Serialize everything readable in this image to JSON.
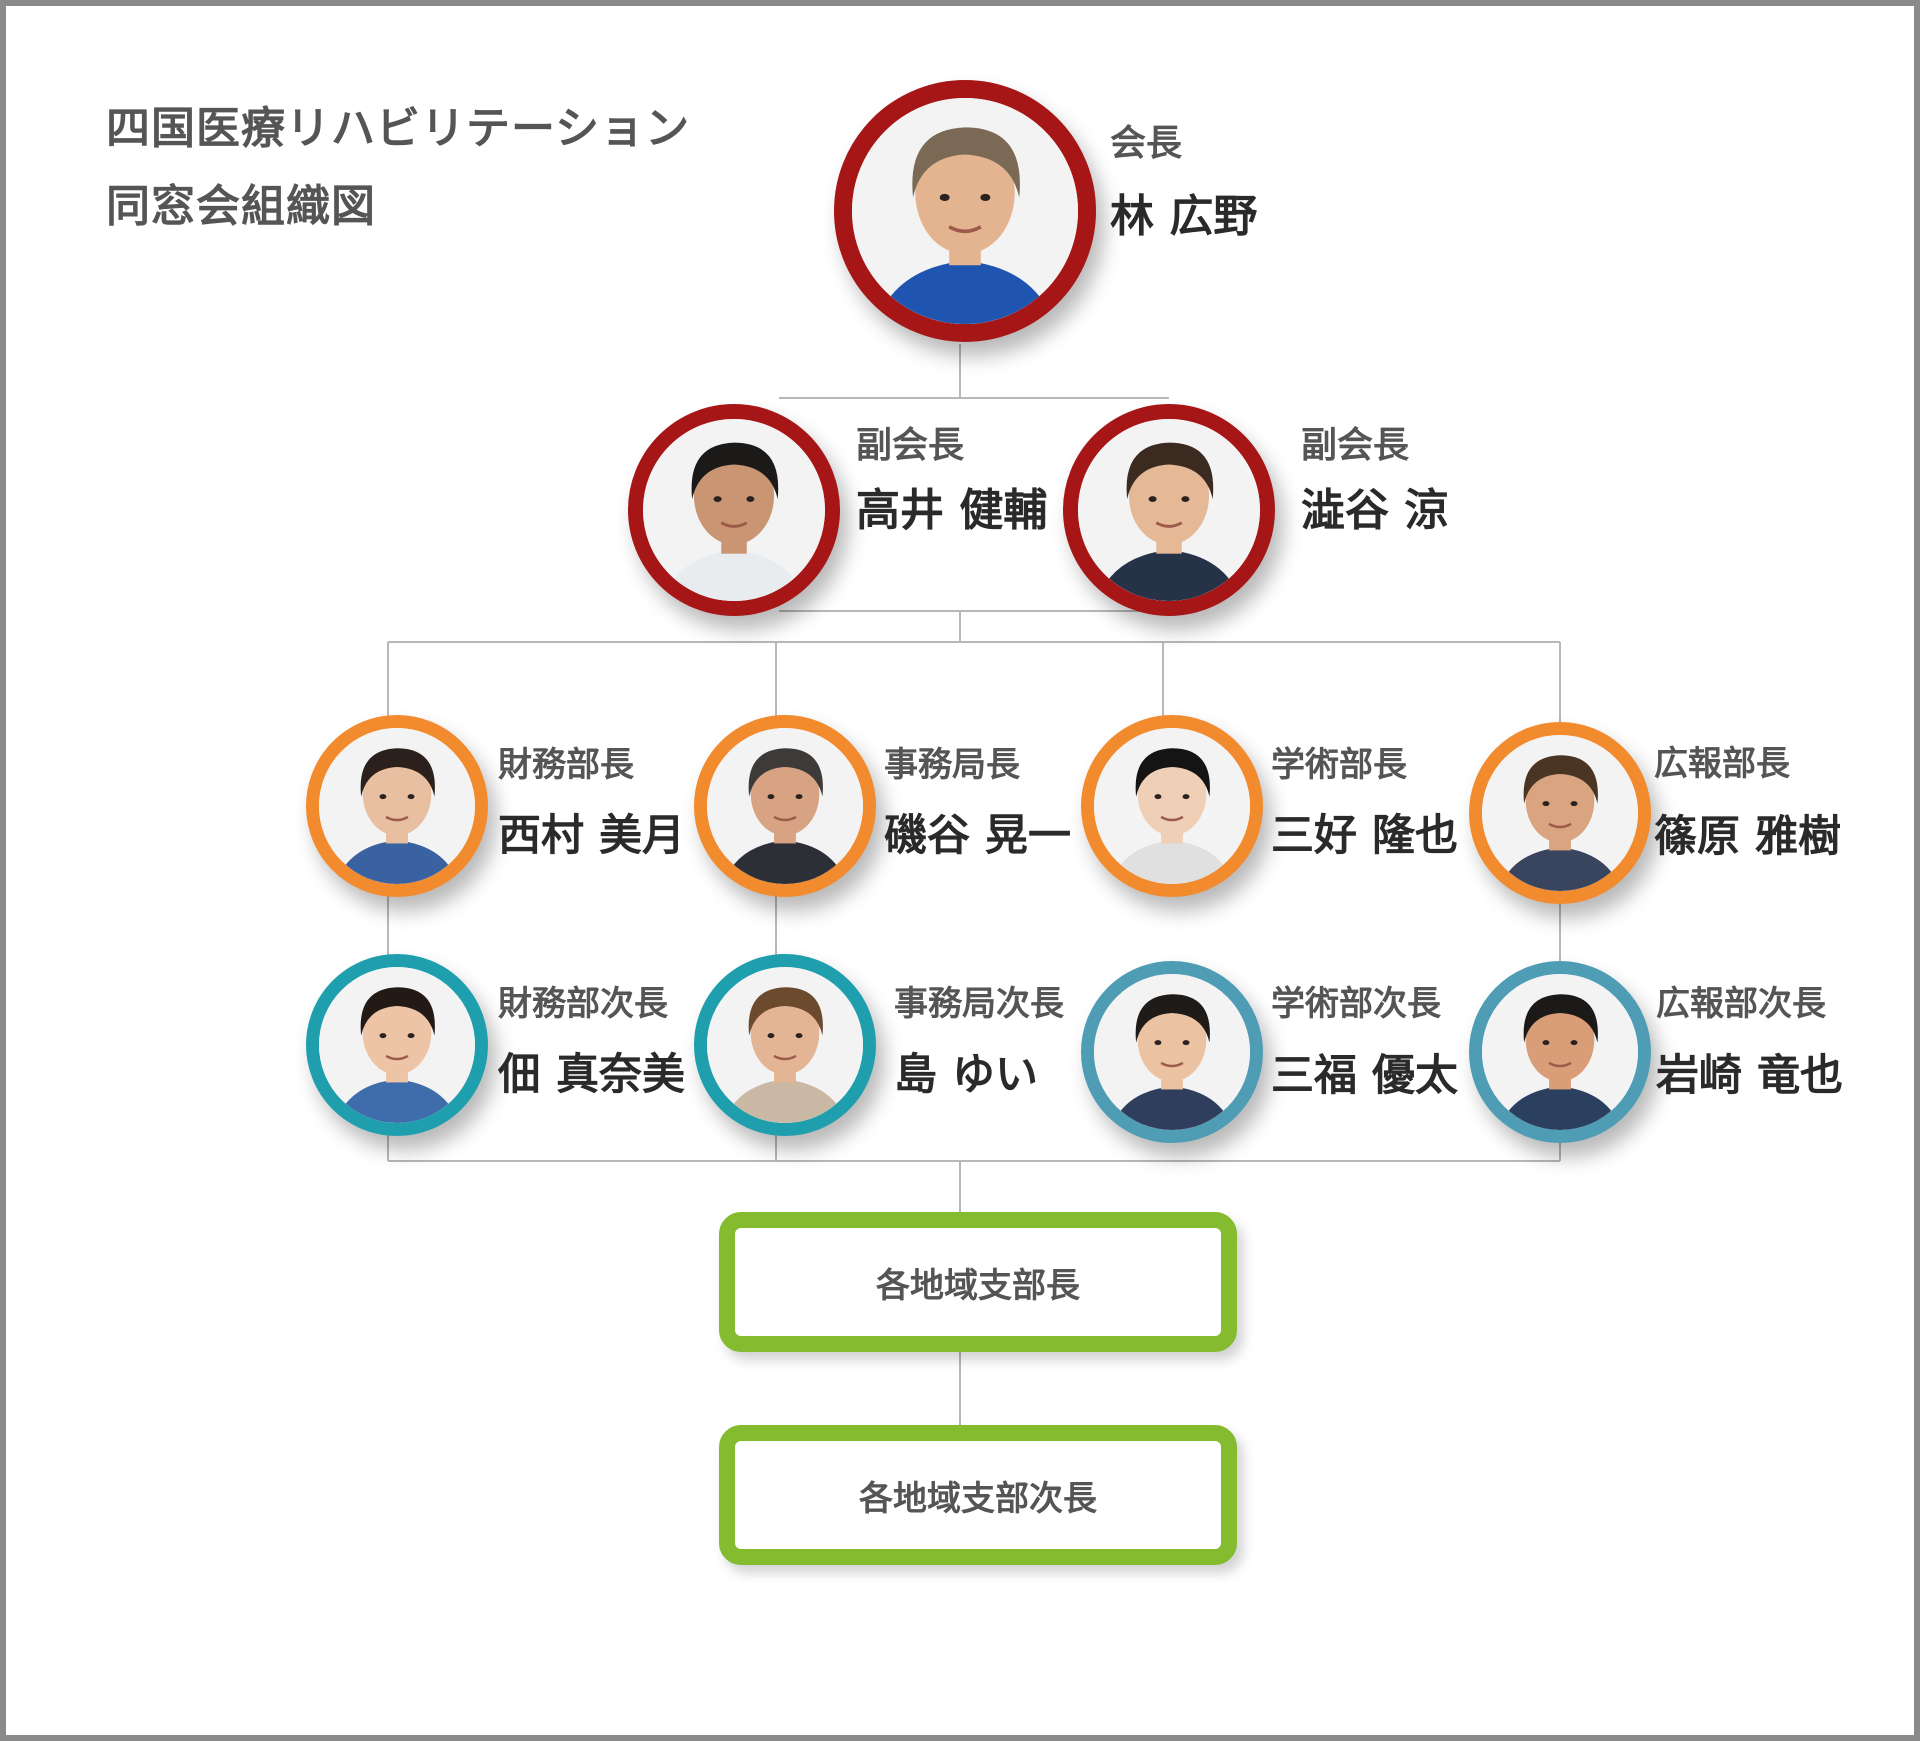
{
  "title": {
    "line1": "四国医療リハビリテーション",
    "line2": "同窓会組織図"
  },
  "colors": {
    "president": "#a61616",
    "head": "#f28a2e",
    "deputy_teal": "#1f9fae",
    "deputy_blue": "#4e9db5",
    "branch": "#84bb2f",
    "line": "#b8b8b8"
  },
  "members": [
    {
      "id": "hayashi",
      "role": "会長",
      "name": "林 広野",
      "color": "president",
      "skin": "#e3b48f",
      "hair": "#7a6a55",
      "cloth": "#1f55b0"
    },
    {
      "id": "takai",
      "role": "副会長",
      "name": "高井 健輔",
      "color": "president",
      "skin": "#c99572",
      "hair": "#1c1a19",
      "cloth": "#e9ecef"
    },
    {
      "id": "shibuya",
      "role": "副会長",
      "name": "澁谷 涼",
      "color": "president",
      "skin": "#e5b896",
      "hair": "#3a2a20",
      "cloth": "#253247"
    },
    {
      "id": "nishimura",
      "role": "財務部長",
      "name": "西村 美月",
      "color": "head",
      "skin": "#e8bfa0",
      "hair": "#2b201b",
      "cloth": "#3a62a0"
    },
    {
      "id": "isotani",
      "role": "事務局長",
      "name": "磯谷 晃一",
      "color": "head",
      "skin": "#d7a382",
      "hair": "#3d3a38",
      "cloth": "#2c2f36"
    },
    {
      "id": "miyoshi",
      "role": "学術部長",
      "name": "三好 隆也",
      "color": "head",
      "skin": "#efcfb6",
      "hair": "#141414",
      "cloth": "#e0e0e0"
    },
    {
      "id": "shinohara",
      "role": "広報部長",
      "name": "篠原 雅樹",
      "color": "head",
      "skin": "#d9a47f",
      "hair": "#4a3424",
      "cloth": "#39445e"
    },
    {
      "id": "tsukuda",
      "role": "財務部次長",
      "name": "佃 真奈美",
      "color": "deputy_teal",
      "skin": "#edc5a6",
      "hair": "#231a15",
      "cloth": "#3f6cab"
    },
    {
      "id": "shima",
      "role": "事務局次長",
      "name": "島 ゆい",
      "color": "deputy_teal",
      "skin": "#e4b594",
      "hair": "#6b4a2e",
      "cloth": "#c9b8a4"
    },
    {
      "id": "mifuku",
      "role": "学術部次長",
      "name": "三福 優太",
      "color": "deputy_blue",
      "skin": "#ecc3a2",
      "hair": "#1e1b19",
      "cloth": "#2f3e5c"
    },
    {
      "id": "iwasaki",
      "role": "広報部次長",
      "name": "岩崎 竜也",
      "color": "deputy_blue",
      "skin": "#d99e77",
      "hair": "#1c1a18",
      "cloth": "#2b3f5f"
    }
  ],
  "branches": {
    "head": "各地域支部長",
    "deputy": "各地域支部次長"
  }
}
